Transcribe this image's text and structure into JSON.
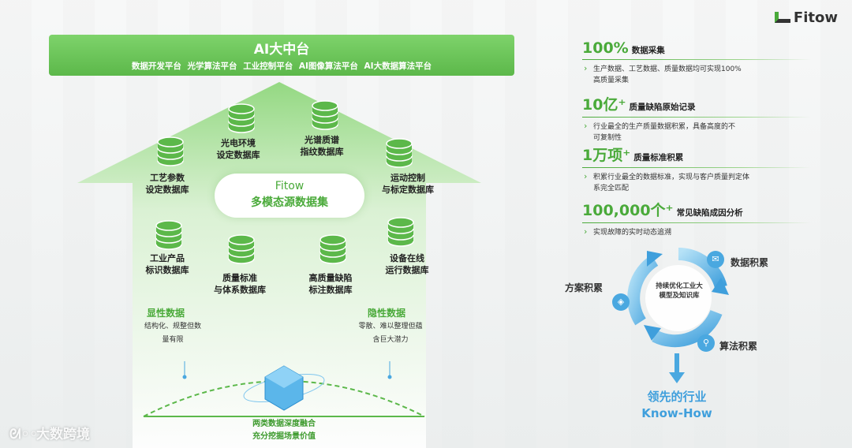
{
  "logo": "Fitow",
  "ai_banner": {
    "title": "AI大中台",
    "platforms": "数据开发平台 光学算法平台 工业控制平台 AI图像算法平台 AI大数据算法平台"
  },
  "center": {
    "line1": "Fitow",
    "line2": "多模态源数据集"
  },
  "databases": [
    "光电环境\n设定数据库",
    "光谱质谱\n指纹数据库",
    "工艺参数\n设定数据库",
    "运动控制\n与标定数据库",
    "工业产品\n标识数据库",
    "质量标准\n与体系数据库",
    "高质量缺陷\n标注数据库",
    "设备在线\n运行数据库"
  ],
  "explicit": {
    "title": "显性数据",
    "desc1": "结构化、规整但数",
    "desc2": "量有限"
  },
  "implicit": {
    "title": "隐性数据",
    "desc1": "零散、难以整理但蕴",
    "desc2": "含巨大潜力"
  },
  "dome": {
    "line1": "两类数据深度融合",
    "line2": "充分挖掘场景价值"
  },
  "stats": [
    {
      "num": "100%",
      "label": "数据采集",
      "bullets": [
        "生产数据、工艺数据、质量数据均可实现100%",
        "高质量采集"
      ]
    },
    {
      "num": "10亿⁺",
      "label": "质量缺陷原始记录",
      "bullets": [
        "行业最全的生产质量数据积累，具备高度的不",
        "可复制性"
      ]
    },
    {
      "num": "1万项⁺",
      "label": "质量标准积累",
      "bullets": [
        "积累行业最全的数据标准，实现与客户质量判定体",
        "系完全匹配"
      ]
    },
    {
      "num": "100,000个⁺",
      "label": "常见缺陷成因分析",
      "bullets": [
        "实现故障的实时动态追溯"
      ]
    }
  ],
  "cycle": {
    "center": "持续优化工业大模型及知识库",
    "items": [
      "数据积累",
      "方案积累",
      "算法积累"
    ],
    "result1": "领先的行业",
    "result2": "Know-How"
  },
  "watermark": "大数跨境",
  "colors": {
    "green": "#4aaa3a",
    "light_green": "#7ed36b",
    "blue": "#4aa8e0"
  }
}
